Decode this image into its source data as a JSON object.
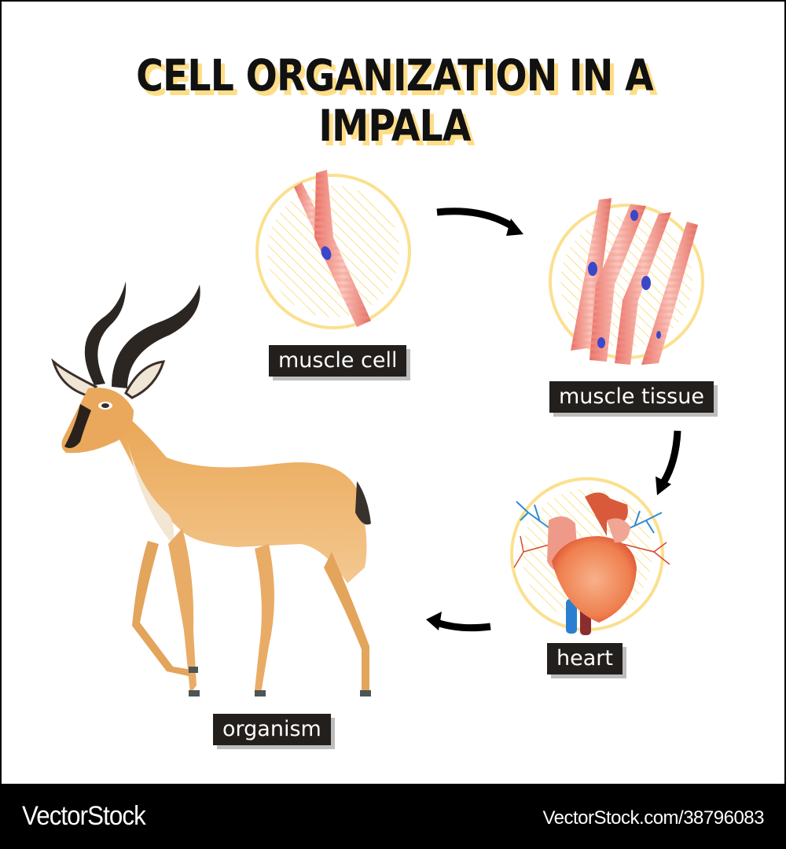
{
  "title": "CELL ORGANIZATION IN A IMPALA",
  "stages": [
    {
      "id": "muscle-cell",
      "label": "muscle cell",
      "illustration": "muscle-cell-icon"
    },
    {
      "id": "muscle-tissue",
      "label": "muscle tissue",
      "illustration": "muscle-tissue-icon"
    },
    {
      "id": "heart",
      "label": "heart",
      "illustration": "heart-icon"
    },
    {
      "id": "organism",
      "label": "organism",
      "illustration": "impala-icon"
    }
  ],
  "flow": [
    "muscle cell",
    "muscle tissue",
    "heart",
    "organism"
  ],
  "colors": {
    "title_text": "#111111",
    "title_shadow": "#fedd86",
    "circle_ring": "#fbe08e",
    "label_bg": "#231f1c",
    "label_text": "#ffffff",
    "muscle": "#f08a80",
    "nucleus": "#3b47c8",
    "impala_body": "#e8a85a"
  },
  "footer": {
    "brand": "VectorStock",
    "stock_id": "VectorStock.com/38796083"
  }
}
